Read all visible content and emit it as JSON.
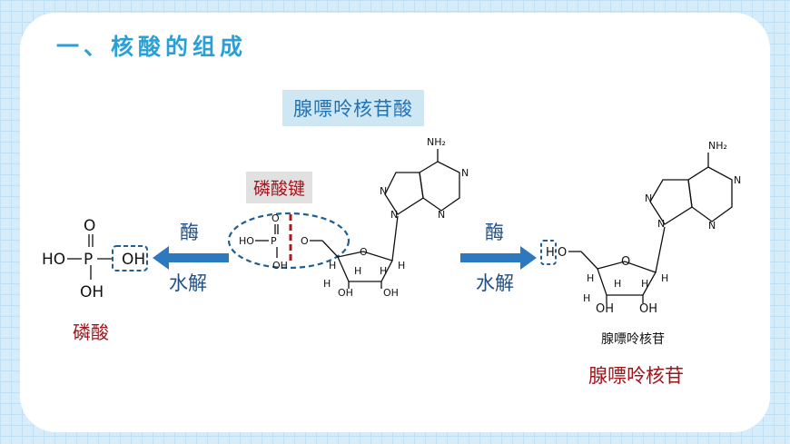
{
  "title": "一、核酸的组成",
  "labels": {
    "nucleotide": "腺嘌呤核苷酸",
    "bond": "磷酸键",
    "enzyme_left": "酶",
    "hydrolysis_left": "水解",
    "enzyme_right": "酶",
    "hydrolysis_right": "水解",
    "phosphoric_acid": "磷酸",
    "nucleoside_small": "腺嘌呤核苷",
    "nucleoside": "腺嘌呤核苷"
  },
  "chem": {
    "ho": "HO",
    "oh": "OH",
    "p": "P",
    "o": "O",
    "h": "H",
    "n": "N",
    "nh2": "NH₂"
  },
  "colors": {
    "accent": "#2aa0d8",
    "arrow": "#2d79c0",
    "dashed_circle": "#1f5f94",
    "bond_dash": "#b01818",
    "red_text": "#a0141a"
  }
}
